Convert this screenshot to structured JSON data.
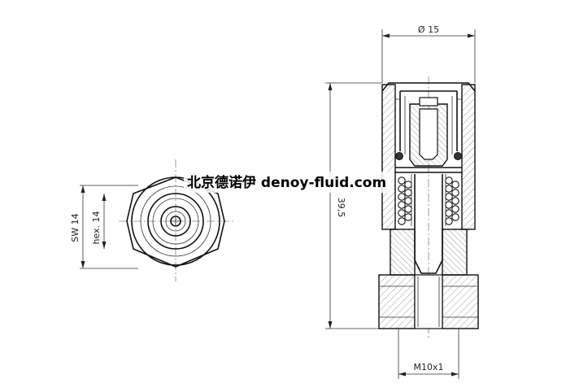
{
  "front_view": {
    "dim_outer": "SW 14",
    "dim_inner": "hex. 14"
  },
  "section_view": {
    "dim_diameter": "Ø 15",
    "dim_length": "39,5",
    "dim_thread": "M10x1"
  },
  "watermark": "北京德诺伊 denoy-fluid.com",
  "colors": {
    "line": "#111111",
    "spring_coil": "#ffffff",
    "o_ring": "#333333"
  }
}
